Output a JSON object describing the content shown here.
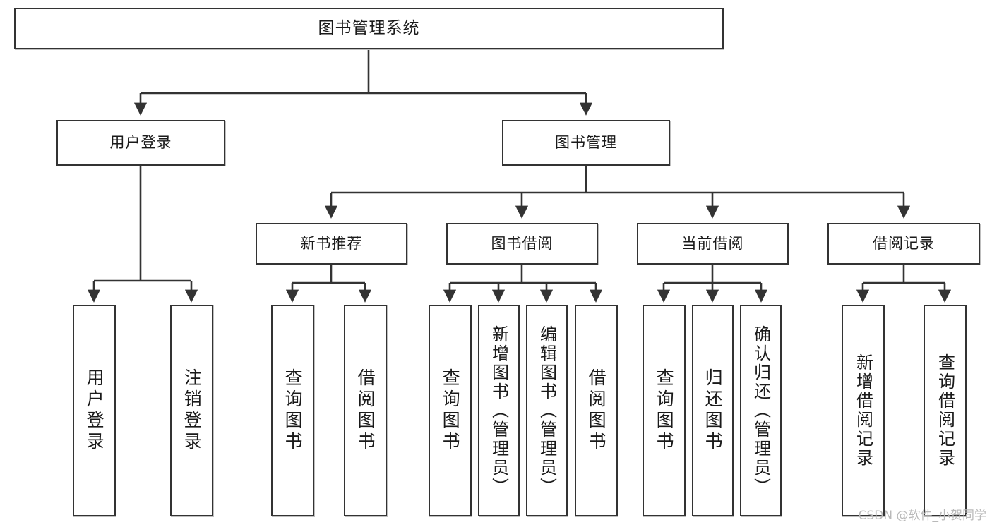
{
  "diagram": {
    "type": "tree",
    "title": "图书管理系统",
    "orientation": "top-down",
    "colors": {
      "box_border": "#333333",
      "box_fill": "#ffffff",
      "connector": "#333333",
      "text": "#1a1a1a",
      "watermark": "#b9b9b9"
    },
    "nodes": {
      "root": {
        "label": "图书管理系统"
      },
      "user_login": {
        "label": "用户登录"
      },
      "book_manage": {
        "label": "图书管理"
      },
      "new_book_rec": {
        "label": "新书推荐"
      },
      "book_borrow": {
        "label": "图书借阅"
      },
      "current_borrow": {
        "label": "当前借阅"
      },
      "borrow_record": {
        "label": "借阅记录"
      },
      "leaf_user_login": {
        "label": "用户登录"
      },
      "leaf_logout": {
        "label": "注销登录"
      },
      "leaf_query_book_1": {
        "label": "查询图书"
      },
      "leaf_borrow_book_1": {
        "label": "借阅图书"
      },
      "leaf_query_book_2": {
        "label": "查询图书"
      },
      "leaf_add_book": {
        "label": "新增图书（管理员）"
      },
      "leaf_edit_book": {
        "label": "编辑图书（管理员）"
      },
      "leaf_borrow_book_2": {
        "label": "借阅图书"
      },
      "leaf_query_book_3": {
        "label": "查询图书"
      },
      "leaf_return_book": {
        "label": "归还图书"
      },
      "leaf_confirm_return": {
        "label": "确认归还（管理员）"
      },
      "leaf_add_record": {
        "label": "新增借阅记录"
      },
      "leaf_query_record": {
        "label": "查询借阅记录"
      }
    },
    "edges": [
      {
        "from": "root",
        "to": "user_login"
      },
      {
        "from": "root",
        "to": "book_manage"
      },
      {
        "from": "user_login",
        "to": "leaf_user_login"
      },
      {
        "from": "user_login",
        "to": "leaf_logout"
      },
      {
        "from": "book_manage",
        "to": "new_book_rec"
      },
      {
        "from": "book_manage",
        "to": "book_borrow"
      },
      {
        "from": "book_manage",
        "to": "current_borrow"
      },
      {
        "from": "book_manage",
        "to": "borrow_record"
      },
      {
        "from": "new_book_rec",
        "to": "leaf_query_book_1"
      },
      {
        "from": "new_book_rec",
        "to": "leaf_borrow_book_1"
      },
      {
        "from": "book_borrow",
        "to": "leaf_query_book_2"
      },
      {
        "from": "book_borrow",
        "to": "leaf_add_book"
      },
      {
        "from": "book_borrow",
        "to": "leaf_edit_book"
      },
      {
        "from": "book_borrow",
        "to": "leaf_borrow_book_2"
      },
      {
        "from": "current_borrow",
        "to": "leaf_query_book_3"
      },
      {
        "from": "current_borrow",
        "to": "leaf_return_book"
      },
      {
        "from": "current_borrow",
        "to": "leaf_confirm_return"
      },
      {
        "from": "borrow_record",
        "to": "leaf_add_record"
      },
      {
        "from": "borrow_record",
        "to": "leaf_query_record"
      }
    ]
  },
  "watermark": {
    "text": "CSDN @软件_小贺同学"
  }
}
